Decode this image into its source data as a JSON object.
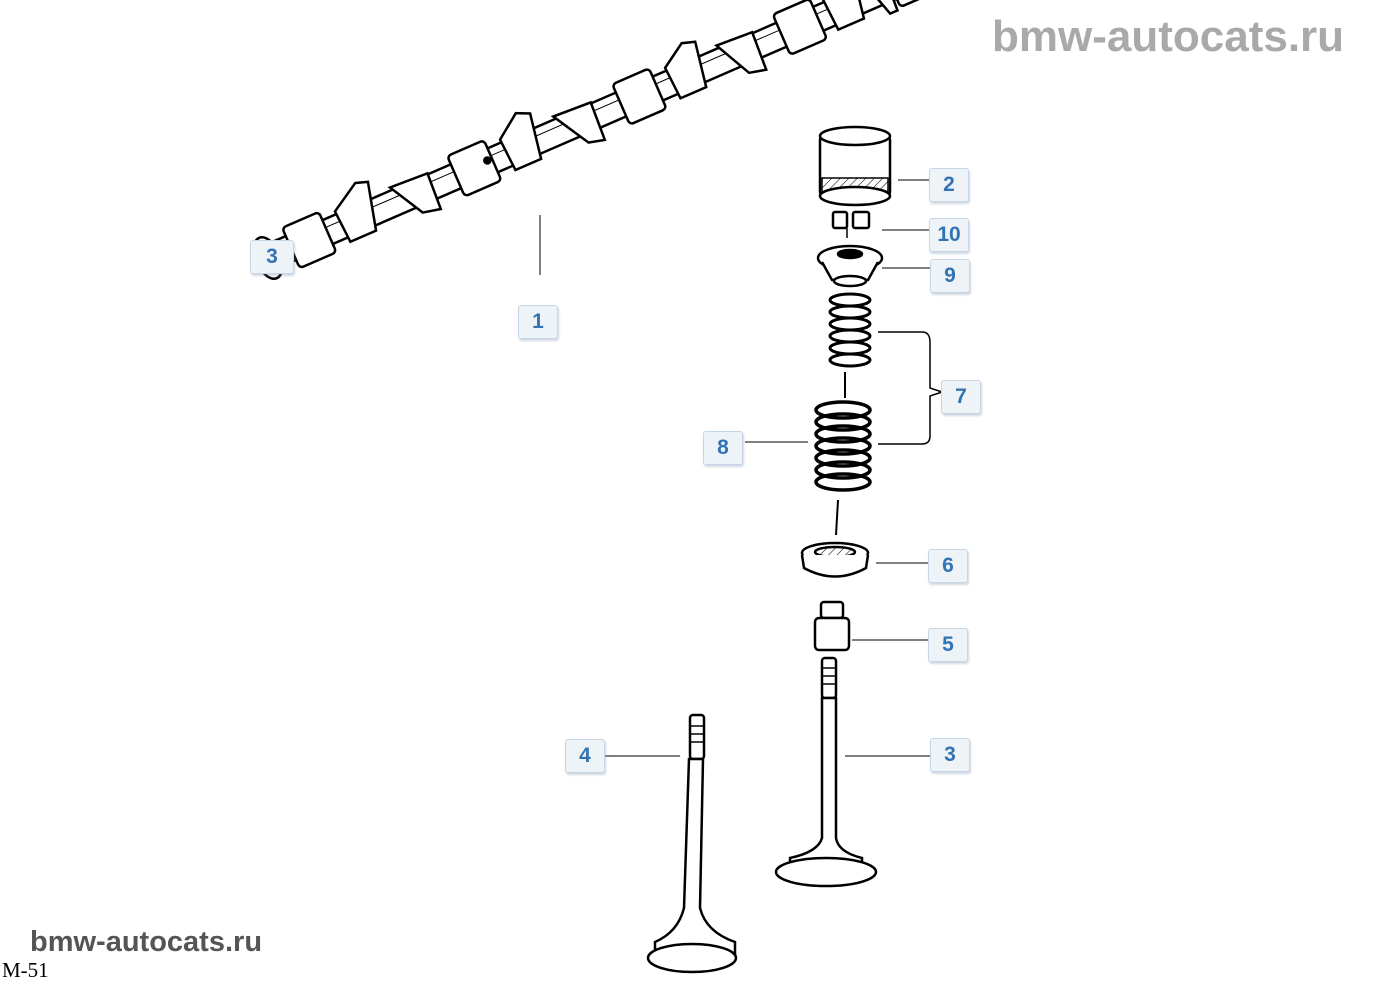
{
  "watermark": "bmw-autocats.ru",
  "engine_code": "M-51",
  "colors": {
    "callout_text": "#3273b5",
    "callout_bg": "#eef3f8",
    "watermark_top": "#a9a9a9",
    "watermark_bottom": "#555555"
  },
  "callouts": {
    "camshaft": "1",
    "tappet": "2",
    "camshaft_end": "3",
    "exhaust_valve": "3",
    "intake_valve": "4",
    "valve_stem_seal": "5",
    "spring_seat": "6",
    "spring_set": "7",
    "outer_spring": "8",
    "spring_retainer": "9",
    "valve_keeper": "10"
  }
}
